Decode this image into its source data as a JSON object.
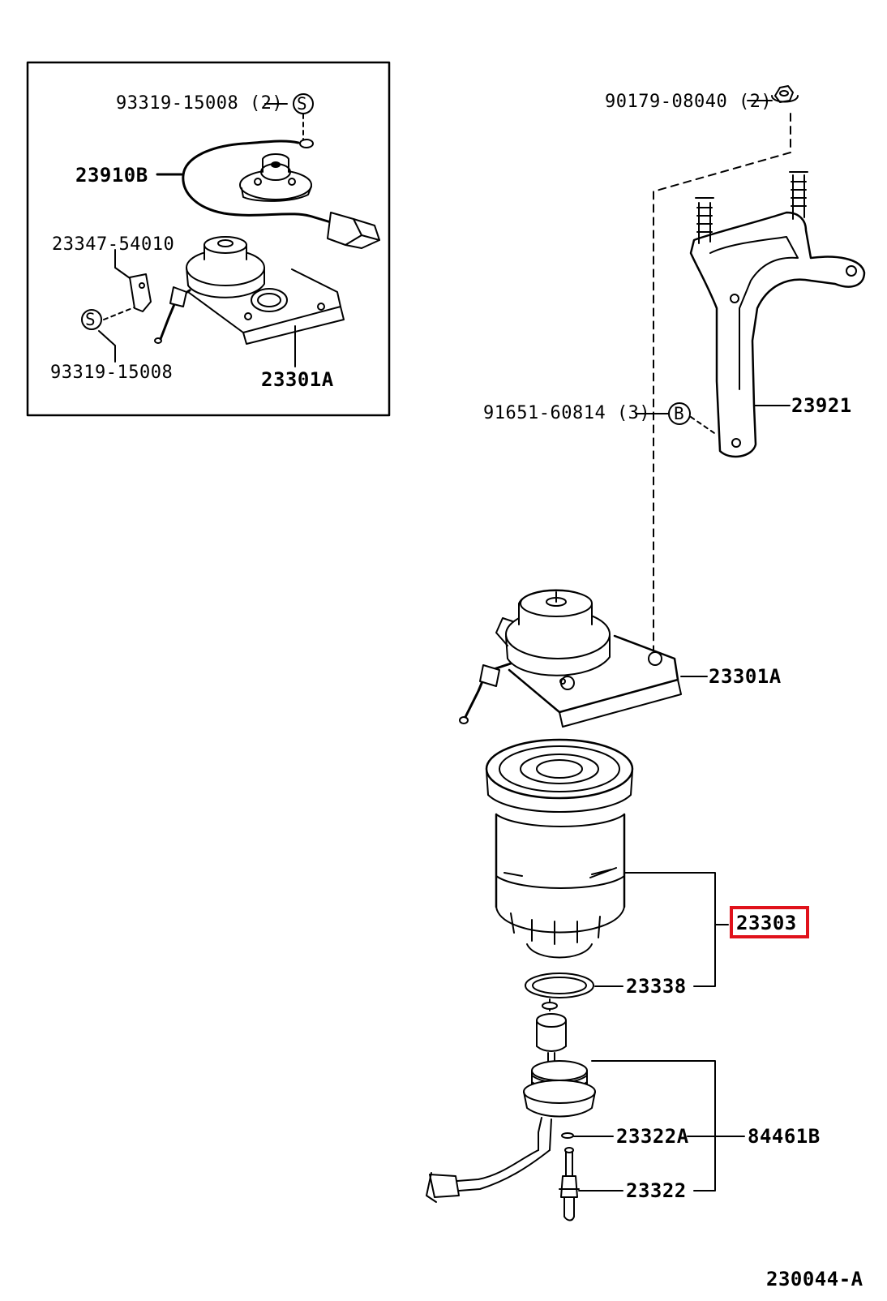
{
  "diagram": {
    "inset_labels": {
      "screw_top": "93319-15008 (2)",
      "wire_switch": "23910B",
      "clip": "23347-54010",
      "screw_bottom": "93319-15008",
      "pump_inset": "23301A"
    },
    "main_labels": {
      "nut": "90179-08040 (2)",
      "bolt": "91651-60814 (3)",
      "bracket": "23921",
      "pump": "23301A",
      "filter": "23303",
      "gasket": "23338",
      "oring": "23322A",
      "sensor_sub": "84461B",
      "sensor": "23322"
    },
    "symbols": {
      "s_top": "S",
      "s_bottom": "S",
      "b": "B"
    },
    "figure_code": "230044-A",
    "highlight_color": "#e0121b"
  }
}
